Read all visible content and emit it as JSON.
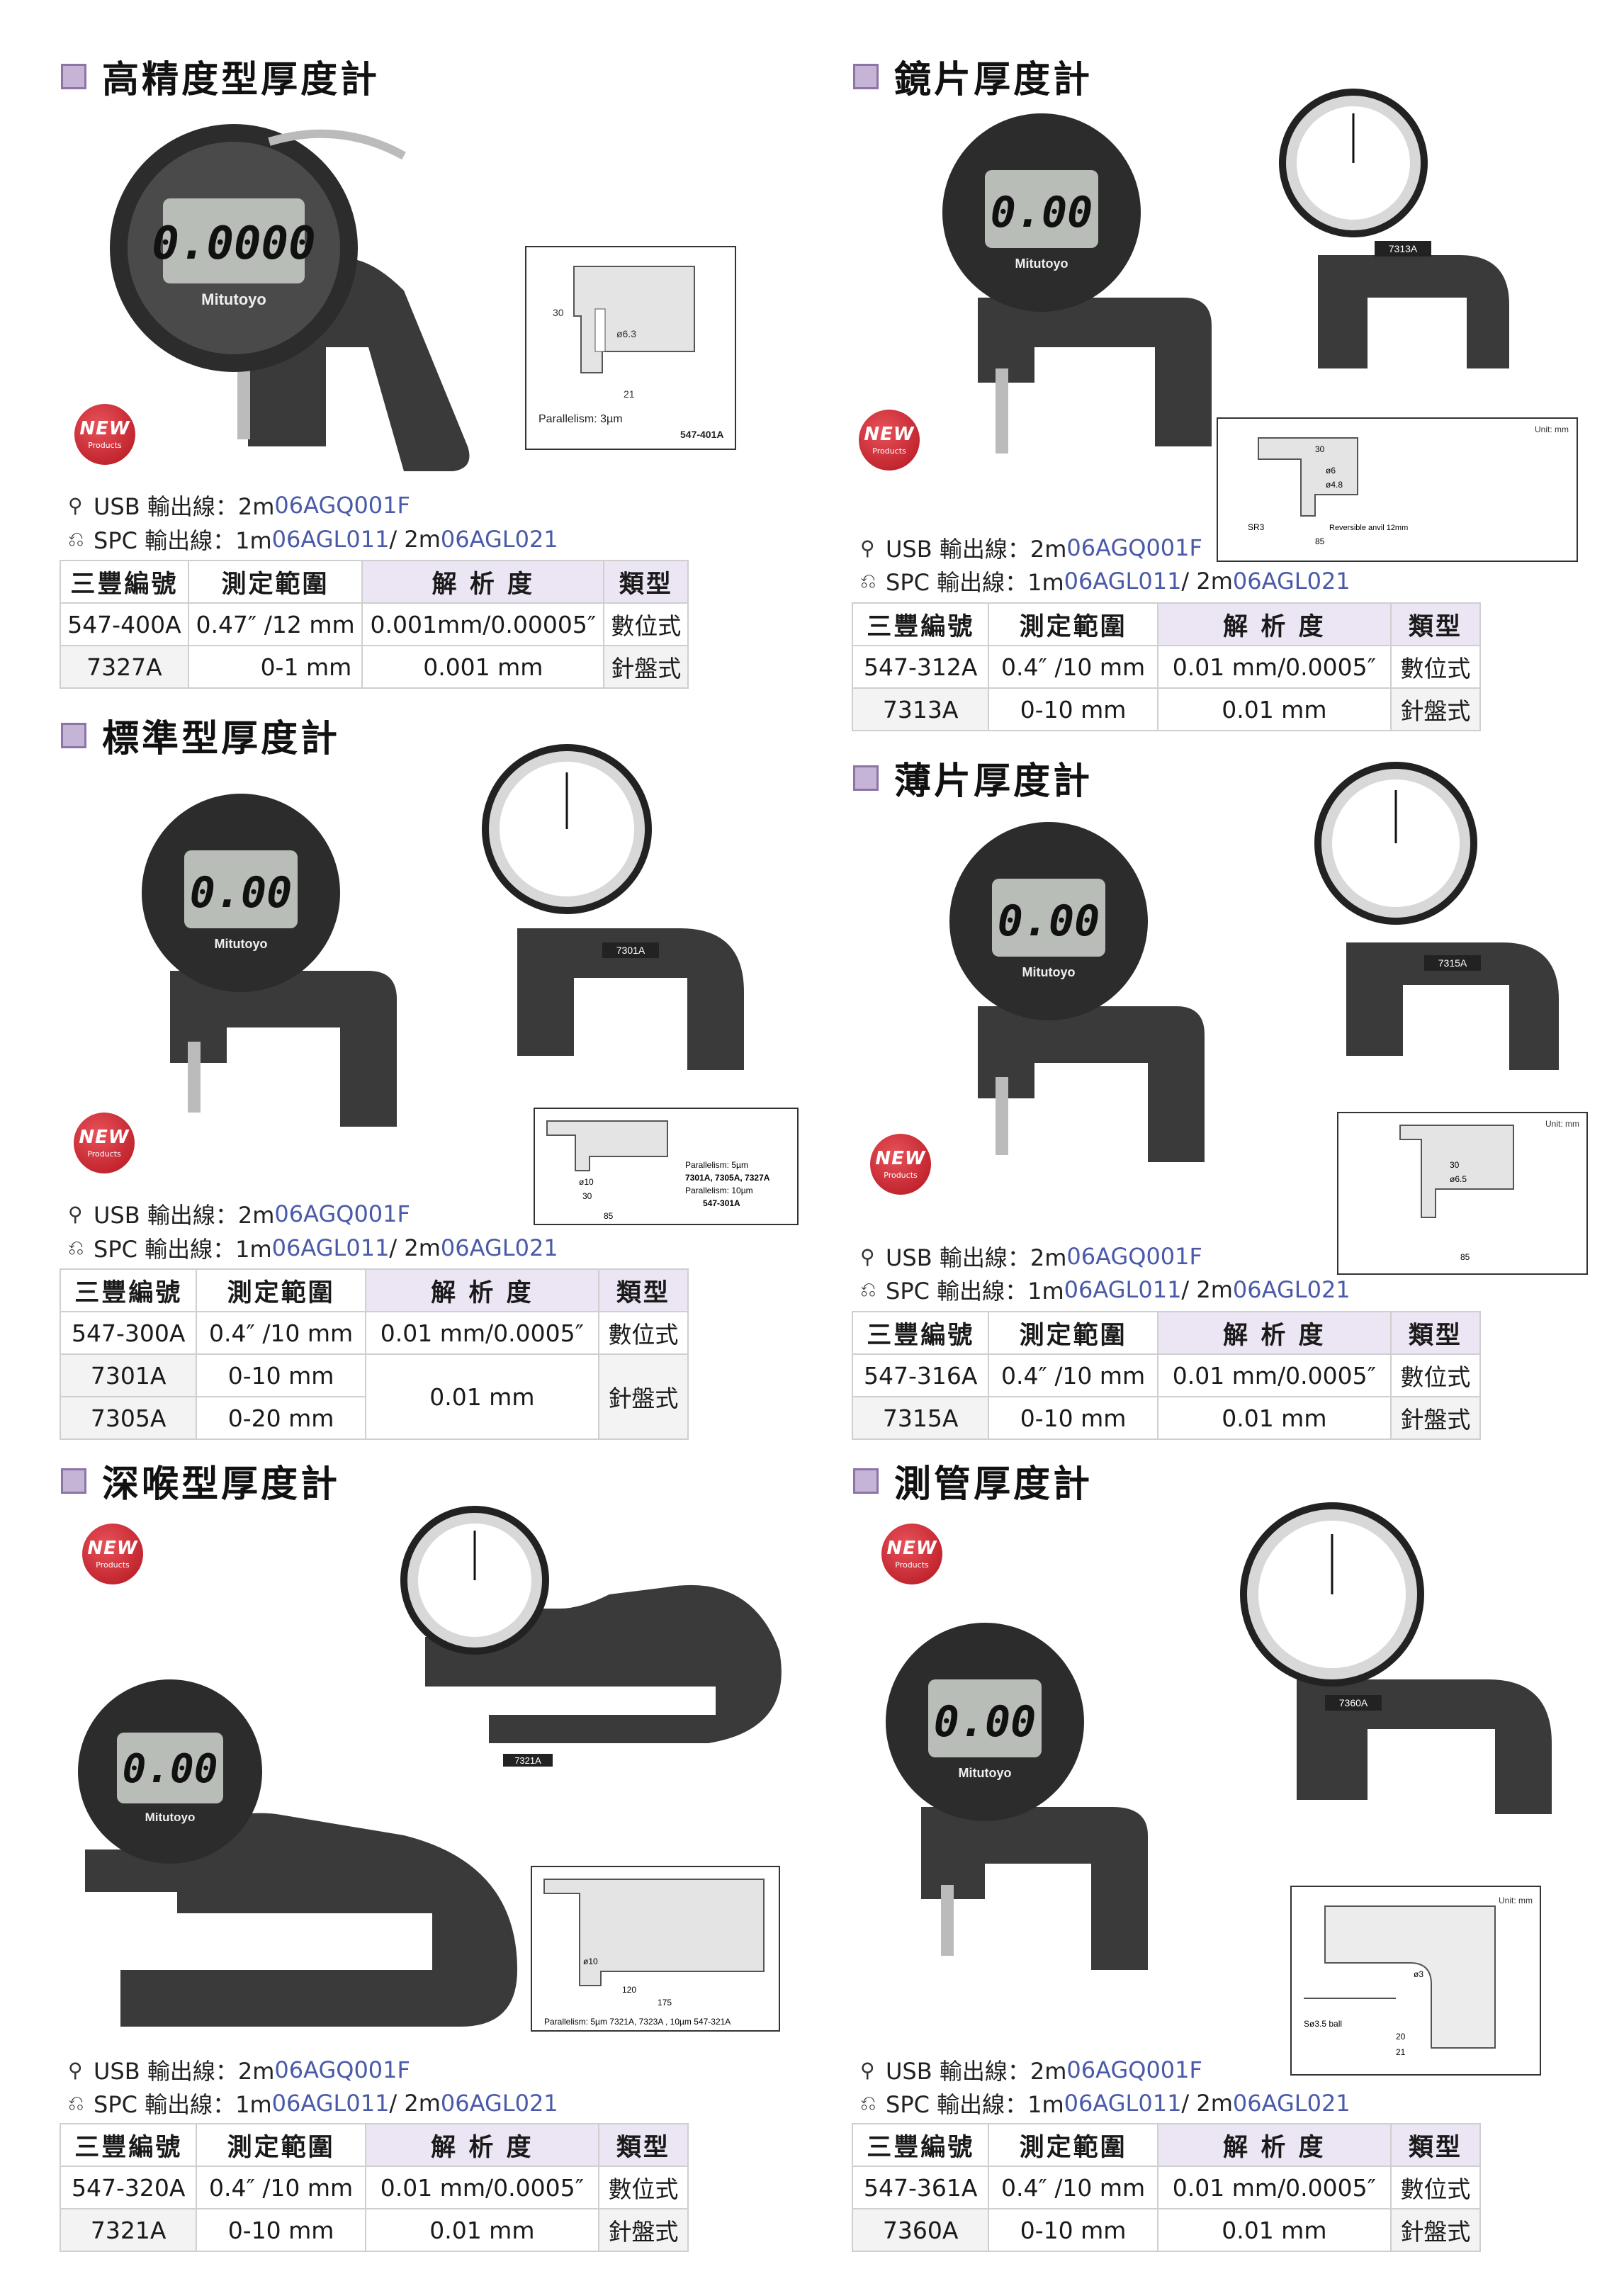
{
  "new_badge": {
    "word": "NEW",
    "sub": "Products"
  },
  "sections": [
    {
      "title": "高精度型厚度計",
      "lcd": "0.0000",
      "brand": "Mitutoyo",
      "diagram": {
        "dims": [
          "30",
          "ø6.3",
          "21"
        ],
        "note": "Parallelism: 3µm",
        "model": "547-401A"
      },
      "usb_label": "USB 輸出線：2m ",
      "usb_code": "06AGQ001F",
      "spc_label": "SPC 輸出線：1m ",
      "spc_code1": "06AGL011",
      "spc_sep": " / 2m ",
      "spc_code2": "06AGL021",
      "headers": [
        "三豐編號",
        "測定範圍",
        "解 析 度",
        "類型"
      ],
      "rows": [
        [
          "547-400A",
          "0.47″ /12 mm",
          "0.001mm/0.00005″",
          "數位式"
        ],
        [
          "7327A",
          "0-1 mm",
          "0.001 mm",
          "針盤式"
        ]
      ]
    },
    {
      "title": "鏡片厚度計",
      "lcd": "0.00",
      "brand": "Mitutoyo",
      "dial_label": "7313A",
      "diagram": {
        "unit": "Unit: mm",
        "dims": [
          "30",
          "ø6",
          "ø4.8",
          "85",
          "SR3"
        ],
        "note": "Reversible anvil 12mm"
      },
      "usb_label": "USB 輸出線：2m ",
      "usb_code": "06AGQ001F",
      "spc_label": "SPC 輸出線：1m ",
      "spc_code1": "06AGL011",
      "spc_sep": " / 2m ",
      "spc_code2": "06AGL021",
      "headers": [
        "三豐編號",
        "測定範圍",
        "解 析 度",
        "類型"
      ],
      "rows": [
        [
          "547-312A",
          "0.4″ /10 mm",
          "0.01 mm/0.0005″",
          "數位式"
        ],
        [
          "7313A",
          "0-10 mm",
          "0.01 mm",
          "針盤式"
        ]
      ]
    },
    {
      "title": "標準型厚度計",
      "lcd": "0.00",
      "brand": "Mitutoyo",
      "dial_label": "7301A",
      "diagram": {
        "dims": [
          "ø10",
          "30",
          "85"
        ],
        "note1": "Parallelism: 5µm",
        "note2": "7301A, 7305A, 7327A",
        "note3": "Parallelism: 10µm",
        "note4": "547-301A"
      },
      "usb_label": "USB 輸出線：2m ",
      "usb_code": "06AGQ001F",
      "spc_label": "SPC 輸出線：1m ",
      "spc_code1": "06AGL011",
      "spc_sep": " / 2m ",
      "spc_code2": "06AGL021",
      "headers": [
        "三豐編號",
        "測定範圍",
        "解 析 度",
        "類型"
      ],
      "rows": [
        [
          "547-300A",
          "0.4″ /10 mm",
          "0.01 mm/0.0005″",
          "數位式"
        ],
        [
          "7301A",
          "0-10 mm",
          "0.01 mm",
          "針盤式"
        ],
        [
          "7305A",
          "0-20 mm",
          "",
          ""
        ]
      ]
    },
    {
      "title": "薄片厚度計",
      "lcd": "0.00",
      "brand": "Mitutoyo",
      "dial_label": "7315A",
      "diagram": {
        "unit": "Unit: mm",
        "dims": [
          "30",
          "ø6.5",
          "85"
        ]
      },
      "usb_label": "USB 輸出線：2m ",
      "usb_code": "06AGQ001F",
      "spc_label": "SPC 輸出線：1m ",
      "spc_code1": "06AGL011",
      "spc_sep": " / 2m ",
      "spc_code2": "06AGL021",
      "headers": [
        "三豐編號",
        "測定範圍",
        "解 析 度",
        "類型"
      ],
      "rows": [
        [
          "547-316A",
          "0.4″ /10 mm",
          "0.01 mm/0.0005″",
          "數位式"
        ],
        [
          "7315A",
          "0-10 mm",
          "0.01 mm",
          "針盤式"
        ]
      ]
    },
    {
      "title": "深喉型厚度計",
      "lcd": "0.00",
      "brand": "Mitutoyo",
      "dial_label": "7321A",
      "diagram": {
        "dims": [
          "ø10",
          "120",
          "175"
        ],
        "note": "Parallelism: 5µm 7321A, 7323A , 10µm 547-321A"
      },
      "usb_label": "USB 輸出線：2m ",
      "usb_code": "06AGQ001F",
      "spc_label": "SPC 輸出線：1m ",
      "spc_code1": "06AGL011",
      "spc_sep": " / 2m ",
      "spc_code2": "06AGL021",
      "headers": [
        "三豐編號",
        "測定範圍",
        "解 析 度",
        "類型"
      ],
      "rows": [
        [
          "547-320A",
          "0.4″ /10 mm",
          "0.01 mm/0.0005″",
          "數位式"
        ],
        [
          "7321A",
          "0-10 mm",
          "0.01 mm",
          "針盤式"
        ]
      ]
    },
    {
      "title": "測管厚度計",
      "lcd": "0.00",
      "brand": "Mitutoyo",
      "dial_label": "7360A",
      "diagram": {
        "unit": "Unit: mm",
        "dims": [
          "Sø3.5 ball",
          "20",
          "21",
          "ø3"
        ]
      },
      "usb_label": "USB 輸出線：2m ",
      "usb_code": "06AGQ001F",
      "spc_label": "SPC 輸出線：1m ",
      "spc_code1": "06AGL011",
      "spc_sep": " / 2m ",
      "spc_code2": "06AGL021",
      "headers": [
        "三豐編號",
        "測定範圍",
        "解 析 度",
        "類型"
      ],
      "rows": [
        [
          "547-361A",
          "0.4″ /10 mm",
          "0.01 mm/0.0005″",
          "數位式"
        ],
        [
          "7360A",
          "0-10 mm",
          "0.01 mm",
          "針盤式"
        ]
      ]
    }
  ],
  "colors": {
    "accent_square": "#c6b4d6",
    "header_shade": "#ece5f3",
    "code_blue": "#4a5aa8",
    "badge_red": "#c81e28"
  }
}
